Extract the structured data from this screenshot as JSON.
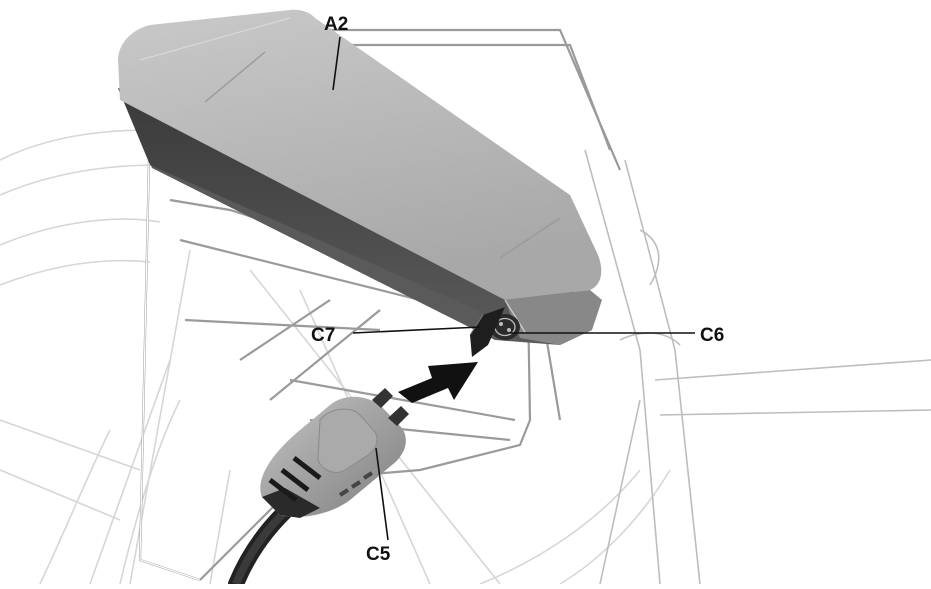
{
  "labels": {
    "battery": "A2",
    "socket_cover": "C7",
    "charging_socket": "C6",
    "charger_plug": "C5"
  },
  "colors": {
    "battery_top": "#b9b9b9",
    "battery_side": "#4a4a4a",
    "plug_body": "#9e9e9e",
    "plug_dark": "#2a2a2a",
    "arrow": "#111111",
    "line_art": "#d6d6d6"
  }
}
